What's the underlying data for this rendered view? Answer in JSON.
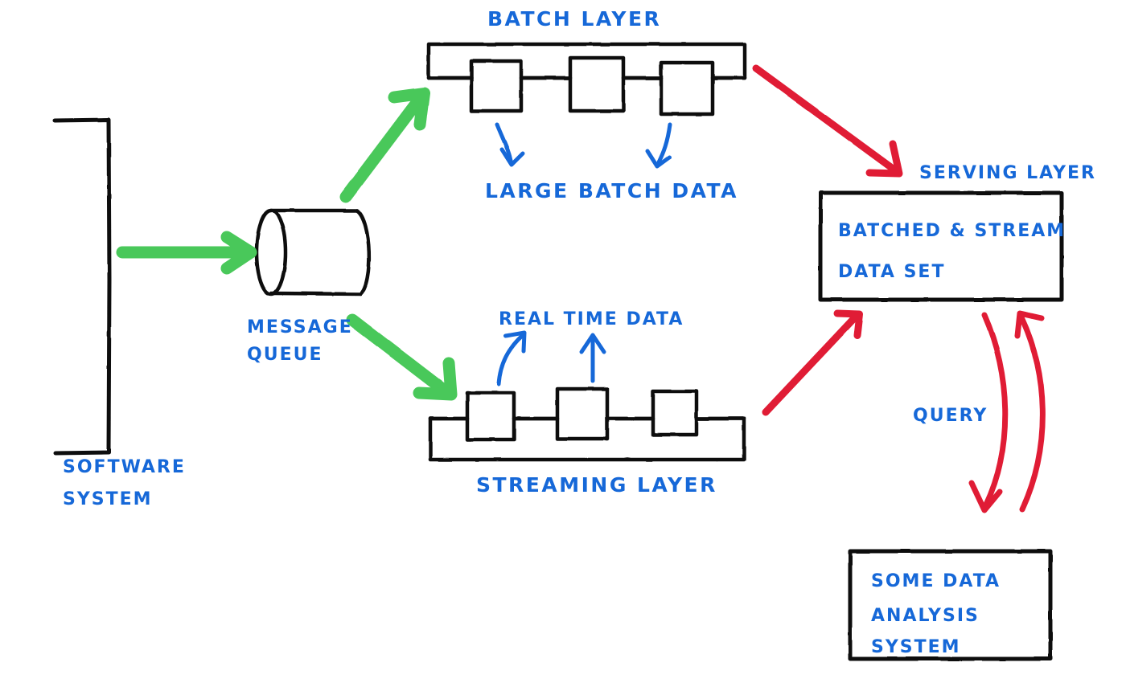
{
  "diagram": {
    "title": "Lambda Architecture Hand-Drawn Diagram",
    "colors": {
      "ink_black": "#111111",
      "ink_blue": "#1668d8",
      "arrow_green": "#4ac85a",
      "arrow_red": "#e01f35",
      "background": "#ffffff"
    },
    "labels": {
      "batch_layer": "BATCH LAYER",
      "large_batch_data": "LARGE BATCH DATA",
      "message_queue_line1": "MESSAGE",
      "message_queue_line2": "QUEUE",
      "software_system_line1": "SOFTWARE",
      "software_system_line2": "SYSTEM",
      "real_time_data": "REAL TIME  DATA",
      "streaming_layer": "STREAMING  LAYER",
      "serving_layer": "SERVING LAYER",
      "serving_box_line1": "BATCHED & STREAM",
      "serving_box_line2": "DATA SET",
      "query": "QUERY",
      "analysis_box_line1": "SOME DATA",
      "analysis_box_line2": "ANALYSIS",
      "analysis_box_line3": "SYSTEM"
    },
    "nodes": [
      {
        "id": "software-system",
        "label": "SOFTWARE SYSTEM",
        "shape": "bracket"
      },
      {
        "id": "message-queue",
        "label": "MESSAGE QUEUE",
        "shape": "cylinder"
      },
      {
        "id": "batch-layer",
        "label": "BATCH LAYER",
        "shape": "bar-with-blocks",
        "block_count": 3
      },
      {
        "id": "streaming-layer",
        "label": "STREAMING LAYER",
        "shape": "bar-with-blocks",
        "block_count": 3
      },
      {
        "id": "serving-layer",
        "label": "SERVING LAYER",
        "shape": "rectangle"
      },
      {
        "id": "analysis-system",
        "label": "SOME DATA ANALYSIS SYSTEM",
        "shape": "rectangle"
      }
    ],
    "edges": [
      {
        "id": "software-to-queue",
        "from": "software-system",
        "to": "message-queue",
        "color": "#4ac85a",
        "style": "straight"
      },
      {
        "id": "queue-to-batch",
        "from": "message-queue",
        "to": "batch-layer",
        "color": "#4ac85a",
        "style": "straight"
      },
      {
        "id": "queue-to-streaming",
        "from": "message-queue",
        "to": "streaming-layer",
        "color": "#4ac85a",
        "style": "straight"
      },
      {
        "id": "batch-to-serving",
        "from": "batch-layer",
        "to": "serving-layer",
        "color": "#e01f35",
        "style": "straight"
      },
      {
        "id": "streaming-to-serving",
        "from": "streaming-layer",
        "to": "serving-layer",
        "color": "#e01f35",
        "style": "straight"
      },
      {
        "id": "serving-to-analysis-query",
        "from": "serving-layer",
        "to": "analysis-system",
        "color": "#e01f35",
        "style": "curved",
        "label": "QUERY"
      },
      {
        "id": "analysis-to-serving-query",
        "from": "analysis-system",
        "to": "serving-layer",
        "color": "#e01f35",
        "style": "curved"
      },
      {
        "id": "batch-data-out-left",
        "from": "batch-layer",
        "to": "large-batch-data",
        "color": "#1668d8",
        "style": "curved"
      },
      {
        "id": "batch-data-out-right",
        "from": "batch-layer",
        "to": "large-batch-data",
        "color": "#1668d8",
        "style": "curved"
      },
      {
        "id": "stream-data-out-left",
        "from": "streaming-layer",
        "to": "real-time-data",
        "color": "#1668d8",
        "style": "curved"
      },
      {
        "id": "stream-data-out-right",
        "from": "streaming-layer",
        "to": "real-time-data",
        "color": "#1668d8",
        "style": "straight"
      }
    ]
  }
}
